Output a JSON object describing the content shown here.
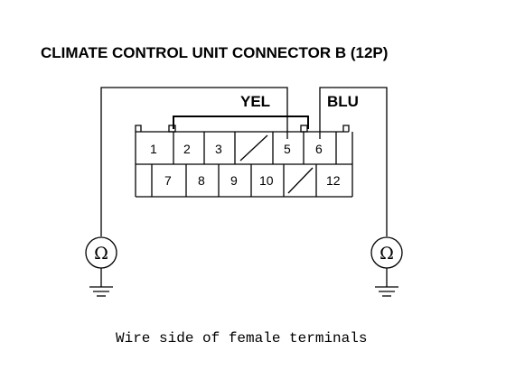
{
  "title": "CLIMATE CONTROL UNIT CONNECTOR B (12P)",
  "wire_labels": {
    "left": "YEL",
    "right": "BLU"
  },
  "connector": {
    "top_row": [
      "1",
      "2",
      "3",
      "",
      "5",
      "6",
      ""
    ],
    "bottom_row": [
      "",
      "7",
      "8",
      "9",
      "10",
      "",
      "12"
    ]
  },
  "meters": {
    "left_symbol": "Ω",
    "right_symbol": "Ω"
  },
  "caption": "Wire side of female terminals",
  "icons": [
    "ohmmeter-icon",
    "ground-icon"
  ]
}
